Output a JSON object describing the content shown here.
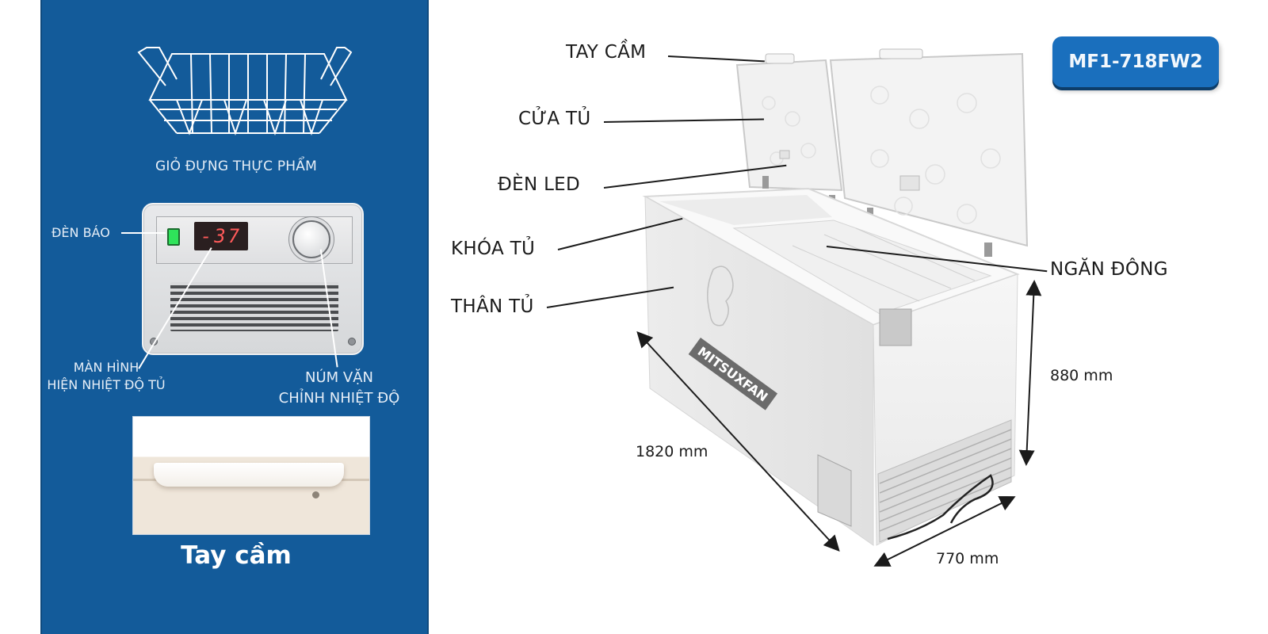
{
  "panel": {
    "background": "#135b9a",
    "basket": {
      "caption": "GIỎ ĐỰNG THỰC PHẨM"
    },
    "control_panel": {
      "display_value": "-37",
      "labels": {
        "indicator_light": "ĐÈN BÁO",
        "temperature_display_line1": "MÀN HÌNH",
        "temperature_display_line2": "HIỆN NHIỆT ĐỘ TỦ",
        "thermostat_knob_line1": "NÚM VẶN",
        "thermostat_knob_line2": "CHỈNH NHIỆT ĐỘ"
      }
    },
    "handle": {
      "title": "Tay cầm"
    }
  },
  "product": {
    "model": "MF1-718FW2",
    "brand_marking": "MITSUXFAN",
    "badge_color": "#1a6fbd",
    "parts": [
      {
        "id": "handle",
        "label": "TAY CẦM"
      },
      {
        "id": "lid",
        "label": "CỬA TỦ"
      },
      {
        "id": "led",
        "label": "ĐÈN LED"
      },
      {
        "id": "lock",
        "label": "KHÓA TỦ"
      },
      {
        "id": "body",
        "label": "THÂN TỦ"
      },
      {
        "id": "compartment",
        "label": "NGĂN ĐÔNG"
      }
    ],
    "dimensions": {
      "length": "1820 mm",
      "depth": "770 mm",
      "height": "880 mm"
    }
  }
}
